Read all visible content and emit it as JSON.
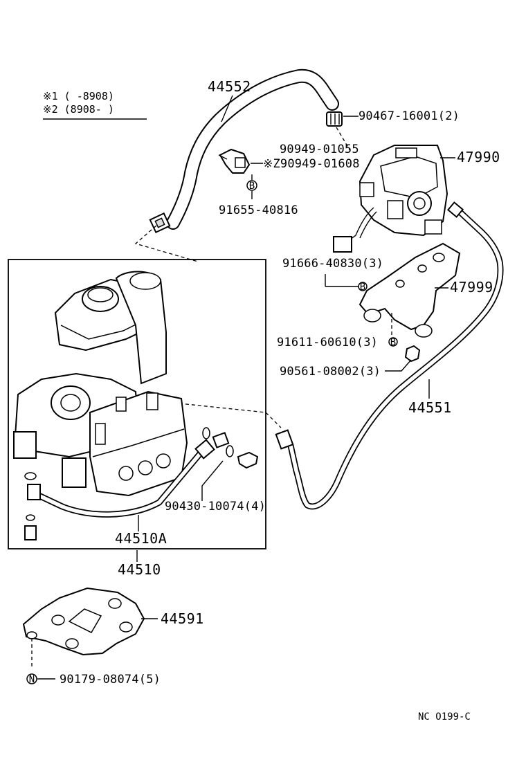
{
  "diagram": {
    "legend": {
      "note1": "※1 (     -8908)",
      "note2": "※2 (8908-     )"
    },
    "labels": {
      "hose": "44552",
      "clip": "90467-16001(2)",
      "valve_part_a": "90949-01055",
      "valve_part_b": "※Z90949-01608",
      "bolt_b": "91655-40816",
      "actuator": "47990",
      "bracket_bolt": "91666-40830(3)",
      "bracket": "47999",
      "bolt_b2": "91611-60610(3)",
      "nut": "90561-08002(3)",
      "tube": "44551",
      "gasket": "90430-10074(4)",
      "assy_sub": "44510A",
      "assy": "44510",
      "bracket_lower": "44591",
      "bolt_n": "90179-08074(5)",
      "drawing_code": "NC O199-C"
    },
    "callout_marks": {
      "b_mark": "B",
      "n_mark": "N"
    }
  }
}
